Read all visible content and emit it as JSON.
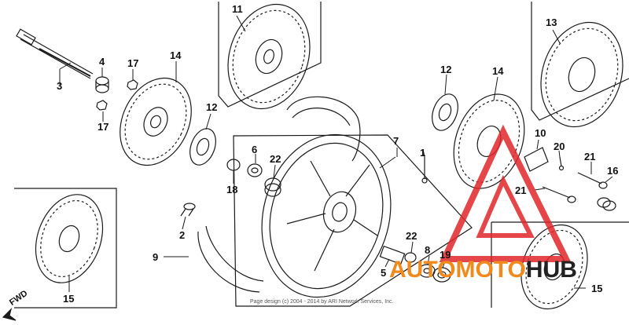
{
  "callouts": {
    "n1": "1",
    "n2": "2",
    "n3": "3",
    "n4": "4",
    "n5": "5",
    "n6": "6",
    "n7": "7",
    "n8": "8",
    "n9": "9",
    "n10": "10",
    "n11": "11",
    "n12a": "12",
    "n12b": "12",
    "n13": "13",
    "n14a": "14",
    "n14b": "14",
    "n15a": "15",
    "n15b": "15",
    "n16": "16",
    "n17a": "17",
    "n17b": "17",
    "n18": "18",
    "n19": "19",
    "n20": "20",
    "n21a": "21",
    "n21b": "21",
    "n22a": "22",
    "n22b": "22"
  },
  "direction_label": "FWD",
  "copyright": "Page design (c) 2004 - 2014 by ARI Network Services, Inc.",
  "watermark": {
    "part1": "AUTO",
    "part2": "MOTO",
    "part3": "HUB"
  },
  "colors": {
    "watermark_red": "#e0262a",
    "watermark_orange": "#f08a1c",
    "line": "#1a1a1a"
  }
}
